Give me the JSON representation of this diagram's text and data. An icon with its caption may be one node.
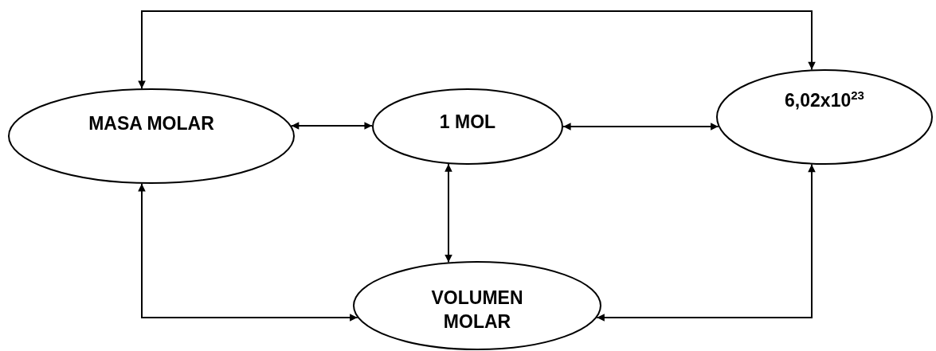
{
  "diagram": {
    "nodes": [
      {
        "text": [
          "MASA MOLAR"
        ]
      },
      {
        "text": [
          "1 MOL"
        ]
      },
      {
        "text": [
          "6,02x10$^{23}$"
        ]
      },
      {
        "text": [
          "VOLUMEN MOLAR"
        ]
      }
    ],
    "edges": [
      {
        "from": 0,
        "to": 2,
        "arrow": "both"
      },
      {
        "from": 0,
        "to": 1,
        "arrow": "both"
      },
      {
        "from": 1,
        "to": 2,
        "arrow": "both"
      },
      {
        "from": 1,
        "to": 3,
        "arrow": "both"
      },
      {
        "from": 0,
        "to": 3,
        "arrow": "both"
      },
      {
        "from": 3,
        "to": 2,
        "arrow": "both"
      }
    ]
  }
}
